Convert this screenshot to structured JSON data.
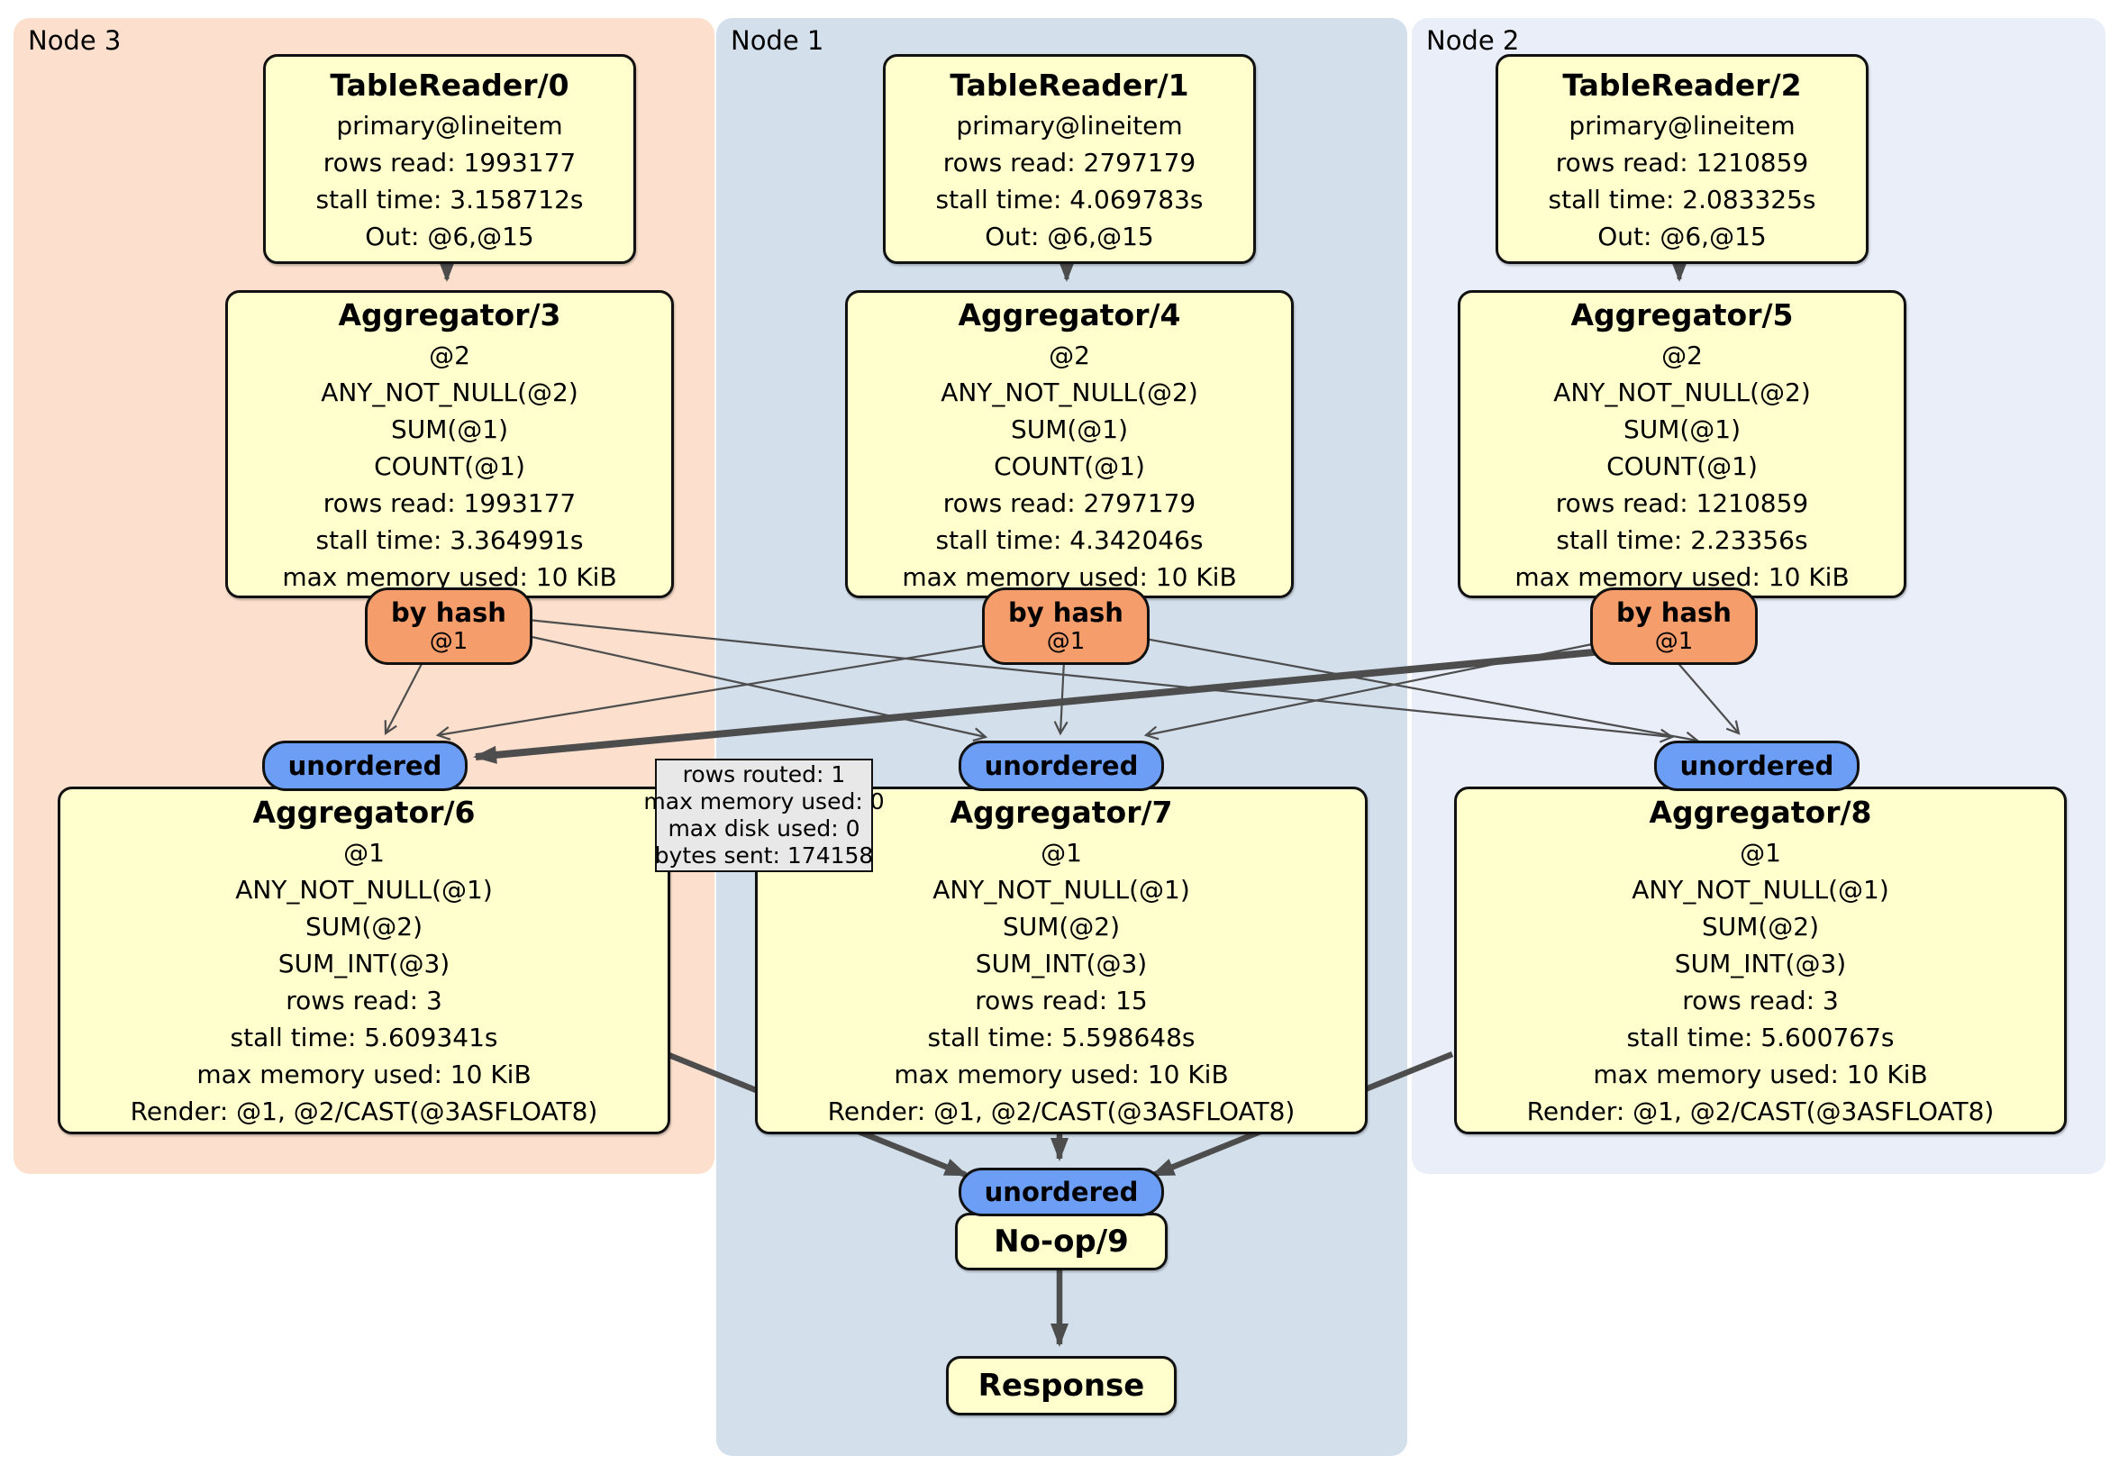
{
  "regions": [
    {
      "label": "Node 3"
    },
    {
      "label": "Node 1"
    },
    {
      "label": "Node 2"
    }
  ],
  "processors": {
    "tr0": {
      "title": "TableReader/0",
      "lines": [
        "primary@lineitem",
        "rows read: 1993177",
        "stall time: 3.158712s",
        "Out: @6,@15"
      ]
    },
    "tr1": {
      "title": "TableReader/1",
      "lines": [
        "primary@lineitem",
        "rows read: 2797179",
        "stall time: 4.069783s",
        "Out: @6,@15"
      ]
    },
    "tr2": {
      "title": "TableReader/2",
      "lines": [
        "primary@lineitem",
        "rows read: 1210859",
        "stall time: 2.083325s",
        "Out: @6,@15"
      ]
    },
    "agg3": {
      "title": "Aggregator/3",
      "lines": [
        "@2",
        "ANY_NOT_NULL(@2)",
        "SUM(@1)",
        "COUNT(@1)",
        "rows read: 1993177",
        "stall time: 3.364991s",
        "max memory used: 10 KiB"
      ]
    },
    "agg4": {
      "title": "Aggregator/4",
      "lines": [
        "@2",
        "ANY_NOT_NULL(@2)",
        "SUM(@1)",
        "COUNT(@1)",
        "rows read: 2797179",
        "stall time: 4.342046s",
        "max memory used: 10 KiB"
      ]
    },
    "agg5": {
      "title": "Aggregator/5",
      "lines": [
        "@2",
        "ANY_NOT_NULL(@2)",
        "SUM(@1)",
        "COUNT(@1)",
        "rows read: 1210859",
        "stall time: 2.23356s",
        "max memory used: 10 KiB"
      ]
    },
    "agg6": {
      "title": "Aggregator/6",
      "lines": [
        "@1",
        "ANY_NOT_NULL(@1)",
        "SUM(@2)",
        "SUM_INT(@3)",
        "rows read: 3",
        "stall time: 5.609341s",
        "max memory used: 10 KiB",
        "Render: @1, @2/CAST(@3ASFLOAT8)"
      ]
    },
    "agg7": {
      "title": "Aggregator/7",
      "lines": [
        "@1",
        "ANY_NOT_NULL(@1)",
        "SUM(@2)",
        "SUM_INT(@3)",
        "rows read: 15",
        "stall time: 5.598648s",
        "max memory used: 10 KiB",
        "Render: @1, @2/CAST(@3ASFLOAT8)"
      ]
    },
    "agg8": {
      "title": "Aggregator/8",
      "lines": [
        "@1",
        "ANY_NOT_NULL(@1)",
        "SUM(@2)",
        "SUM_INT(@3)",
        "rows read: 3",
        "stall time: 5.600767s",
        "max memory used: 10 KiB",
        "Render: @1, @2/CAST(@3ASFLOAT8)"
      ]
    },
    "noop": {
      "title": "No-op/9"
    },
    "response": {
      "title": "Response"
    }
  },
  "routers": [
    {
      "label": "by hash",
      "detail": "@1"
    },
    {
      "label": "by hash",
      "detail": "@1"
    },
    {
      "label": "by hash",
      "detail": "@1"
    }
  ],
  "syncs": [
    {
      "label": "unordered"
    },
    {
      "label": "unordered"
    },
    {
      "label": "unordered"
    },
    {
      "label": "unordered"
    }
  ],
  "tooltip": {
    "lines": [
      "rows routed: 1",
      "max memory used: 0",
      "max disk used: 0",
      "bytes sent: 174158"
    ]
  },
  "colors": {
    "node3_bg": "#fce0cd",
    "node1_bg": "#d3e0ec",
    "node2_bg": "#e9eef8",
    "processor_bg": "#ffffce",
    "router_bg": "#f69e6b",
    "sync_bg": "#6c9ef6",
    "tooltip_bg": "#e8e8e8",
    "edge": "#4d4d4d"
  }
}
